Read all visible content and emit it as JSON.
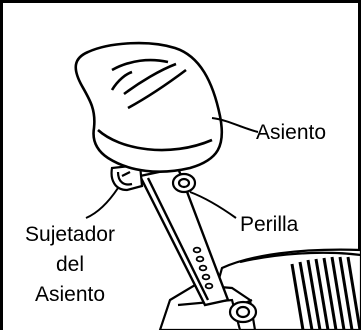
{
  "labels": {
    "seat": "Asiento",
    "knob": "Perilla",
    "seat_holder_line1": "Sujetador",
    "seat_holder_line2": "del",
    "seat_holder_line3": "Asiento"
  },
  "colors": {
    "ink": "#000000",
    "paper": "#ffffff"
  }
}
